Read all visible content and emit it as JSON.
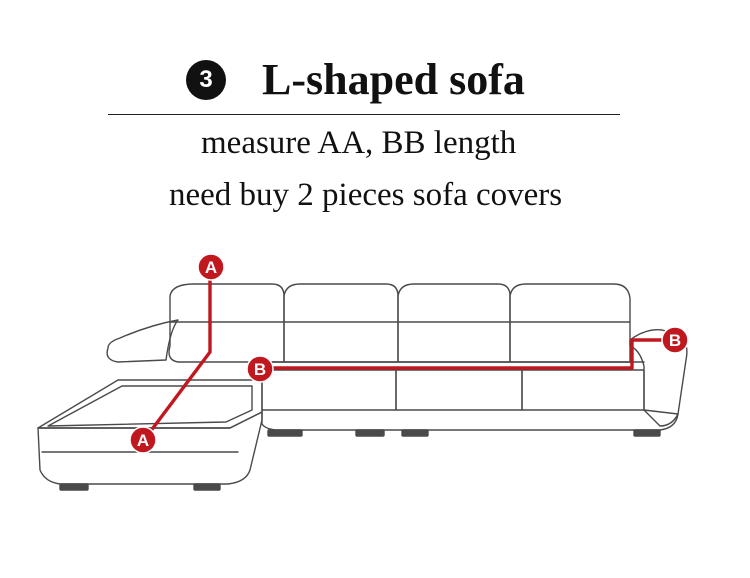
{
  "header": {
    "step_number": "3",
    "title": "L-shaped sofa"
  },
  "instructions": {
    "line1": "measure AA, BB length",
    "line2": "need buy 2 pieces sofa covers"
  },
  "markers": {
    "a_label": "A",
    "b_label": "B"
  },
  "colors": {
    "measure_line": "#c0181e",
    "outline": "#4a4a4a",
    "text": "#111111"
  }
}
